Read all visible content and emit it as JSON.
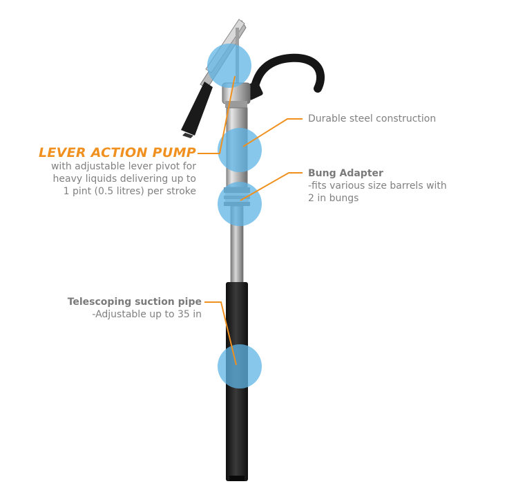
{
  "colors": {
    "accent": "#f0901e",
    "text": "#808080",
    "highlight": "#5fb4e6",
    "pipe_dark": "#1c1c1c",
    "steel": "#b8b8b8"
  },
  "callouts": {
    "lever": {
      "headline": "LEVER ACTION PUMP",
      "lines": [
        "with adjustable lever pivot for",
        "heavy liquids delivering up to",
        "1 pint (0.5 litres) per stroke"
      ]
    },
    "steel": {
      "title": "Durable steel construction"
    },
    "bung": {
      "title": "Bung Adapter",
      "lines": [
        "-fits various size barrels with",
        "2 in bungs"
      ]
    },
    "suction": {
      "title": "Telescoping suction pipe",
      "lines": [
        "-Adjustable up to 35 in"
      ]
    }
  }
}
